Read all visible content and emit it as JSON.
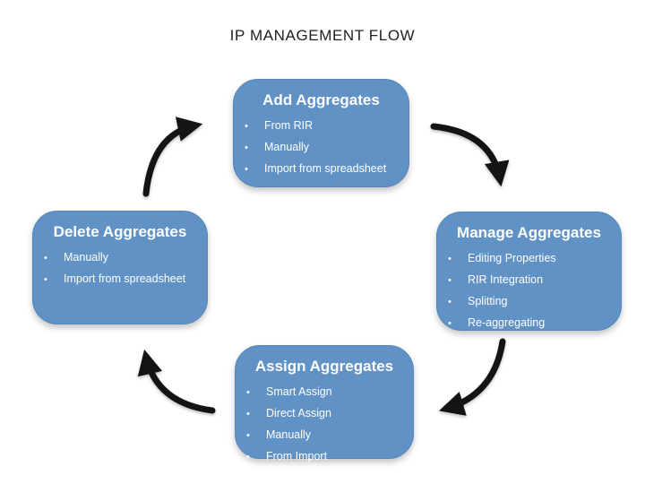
{
  "page_title": "IP MANAGEMENT FLOW",
  "glyphs": {
    "bullet": "•"
  },
  "colors": {
    "box_fill": "#6192c6",
    "box_border": "#5585bb",
    "box_text": "#ffffff",
    "title_text": "#212121",
    "arrow_color": "#141414"
  },
  "boxes": [
    {
      "id": "add",
      "title": "Add Aggregates",
      "items": [
        "From RIR",
        "Manually",
        "Import from spreadsheet"
      ]
    },
    {
      "id": "manage",
      "title": "Manage Aggregates",
      "items": [
        "Editing Properties",
        "RIR Integration",
        "Splitting",
        "Re-aggregating"
      ]
    },
    {
      "id": "assign",
      "title": "Assign Aggregates",
      "items": [
        "Smart Assign",
        "Direct Assign",
        "Manually",
        "From Import"
      ]
    },
    {
      "id": "delete",
      "title": "Delete Aggregates",
      "items": [
        "Manually",
        "Import from spreadsheet"
      ]
    }
  ],
  "arrows": [
    {
      "from": "delete",
      "to": "add"
    },
    {
      "from": "add",
      "to": "manage"
    },
    {
      "from": "manage",
      "to": "assign"
    },
    {
      "from": "assign",
      "to": "delete"
    }
  ]
}
